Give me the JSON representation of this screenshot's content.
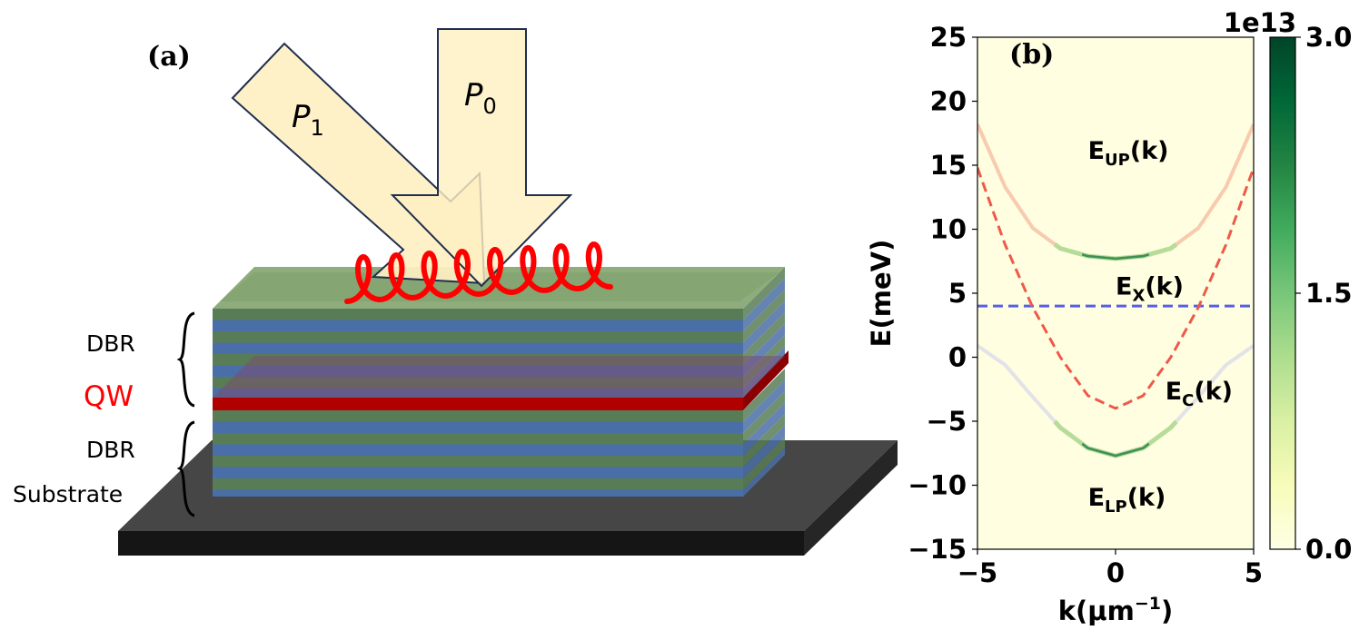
{
  "panel_a": {
    "label": "(a)",
    "beam_p1": {
      "symbol": "P",
      "sub": "1"
    },
    "beam_p0": {
      "symbol": "P",
      "sub": "0"
    },
    "layers": {
      "dbr_top": "DBR",
      "qw": "QW",
      "dbr_bottom": "DBR",
      "substrate": "Substrate"
    },
    "colors": {
      "beam_fill": "#fff0c2",
      "beam_stroke": "#1f2f4f",
      "dbr_blue": "#4a6ea7",
      "dbr_green": "#587d56",
      "qw_red": "#b10000",
      "wave_red": "#ff0000",
      "substrate_top": "#464646",
      "substrate_side": "#151515"
    }
  },
  "chart_data": {
    "type": "heatmap",
    "panel_label": "(b)",
    "xlabel_main": "k(μm",
    "xlabel_sup": "−1",
    "xlabel_close": ")",
    "ylabel": "E(meV)",
    "xlim": [
      -5,
      5
    ],
    "ylim": [
      -15,
      25
    ],
    "x_ticks": [
      -5,
      0,
      5
    ],
    "x_tick_labels": [
      "−5",
      "0",
      "5"
    ],
    "y_ticks": [
      -15,
      -10,
      -5,
      0,
      5,
      10,
      15,
      20,
      25
    ],
    "y_tick_labels": [
      "−15",
      "−10",
      "−5",
      "0",
      "5",
      "10",
      "15",
      "20",
      "25"
    ],
    "colorbar": {
      "min": 0,
      "max": 30000000000000.0,
      "ticks": [
        0.0,
        1.5,
        3.0
      ],
      "tick_labels": [
        "0.0",
        "1.5",
        "3.0"
      ],
      "offset_label": "1e13",
      "colormap": "YlGn",
      "colors": [
        "#ffffe5",
        "#f7fcb9",
        "#d9f0a3",
        "#addd8e",
        "#78c679",
        "#41ab5d",
        "#238443",
        "#006837",
        "#004529"
      ]
    },
    "background_color": "#fffee0",
    "annotations": [
      {
        "id": "up",
        "main": "E",
        "sub": "UP",
        "tail": "(k)",
        "x": -1.0,
        "y": 16.2
      },
      {
        "id": "x",
        "main": "E",
        "sub": "X",
        "tail": "(k)",
        "x": 0.0,
        "y": 5.6
      },
      {
        "id": "c",
        "main": "E",
        "sub": "C",
        "tail": "(k)",
        "x": 1.8,
        "y": -2.6
      },
      {
        "id": "lp",
        "main": "E",
        "sub": "LP",
        "tail": "(k)",
        "x": -1.0,
        "y": -10.9
      }
    ],
    "series": [
      {
        "role": "exciton",
        "style": "dashed",
        "color": "#5560e8",
        "x": [
          -5,
          5
        ],
        "y": [
          4,
          4
        ]
      },
      {
        "role": "cavity",
        "style": "dashed",
        "color": "#ee5a4a",
        "x": [
          -5,
          -4,
          -3,
          -2,
          -1,
          0,
          1,
          2,
          3,
          4,
          5
        ],
        "y": [
          14.8,
          8.8,
          3.9,
          0.0,
          -3.0,
          -4.0,
          -3.0,
          0.0,
          3.9,
          8.8,
          14.8
        ]
      },
      {
        "role": "upper-polariton",
        "style": "faint",
        "color": "#f6b89e",
        "x": [
          -5,
          -4,
          -3,
          -2,
          -1,
          0,
          1,
          2,
          3,
          4,
          5
        ],
        "y": [
          18.2,
          13.3,
          10.1,
          8.5,
          7.9,
          7.7,
          7.9,
          8.5,
          10.1,
          13.3,
          18.2
        ]
      },
      {
        "role": "lower-polariton",
        "style": "faint",
        "color": "#d8d8ec",
        "x": [
          -5,
          -4,
          -3,
          -2,
          -1,
          0,
          1,
          2,
          3,
          4,
          5
        ],
        "y": [
          0.9,
          -0.6,
          -3.1,
          -5.5,
          -7.1,
          -7.7,
          -7.1,
          -5.5,
          -3.1,
          -0.6,
          0.9
        ]
      }
    ],
    "bright_segments": [
      {
        "on": "upper-polariton",
        "x_range": [
          -2.2,
          2.2
        ],
        "peak": 30000000000000.0
      },
      {
        "on": "lower-polariton",
        "x_range": [
          -2.2,
          2.2
        ],
        "peak": 30000000000000.0
      }
    ]
  }
}
